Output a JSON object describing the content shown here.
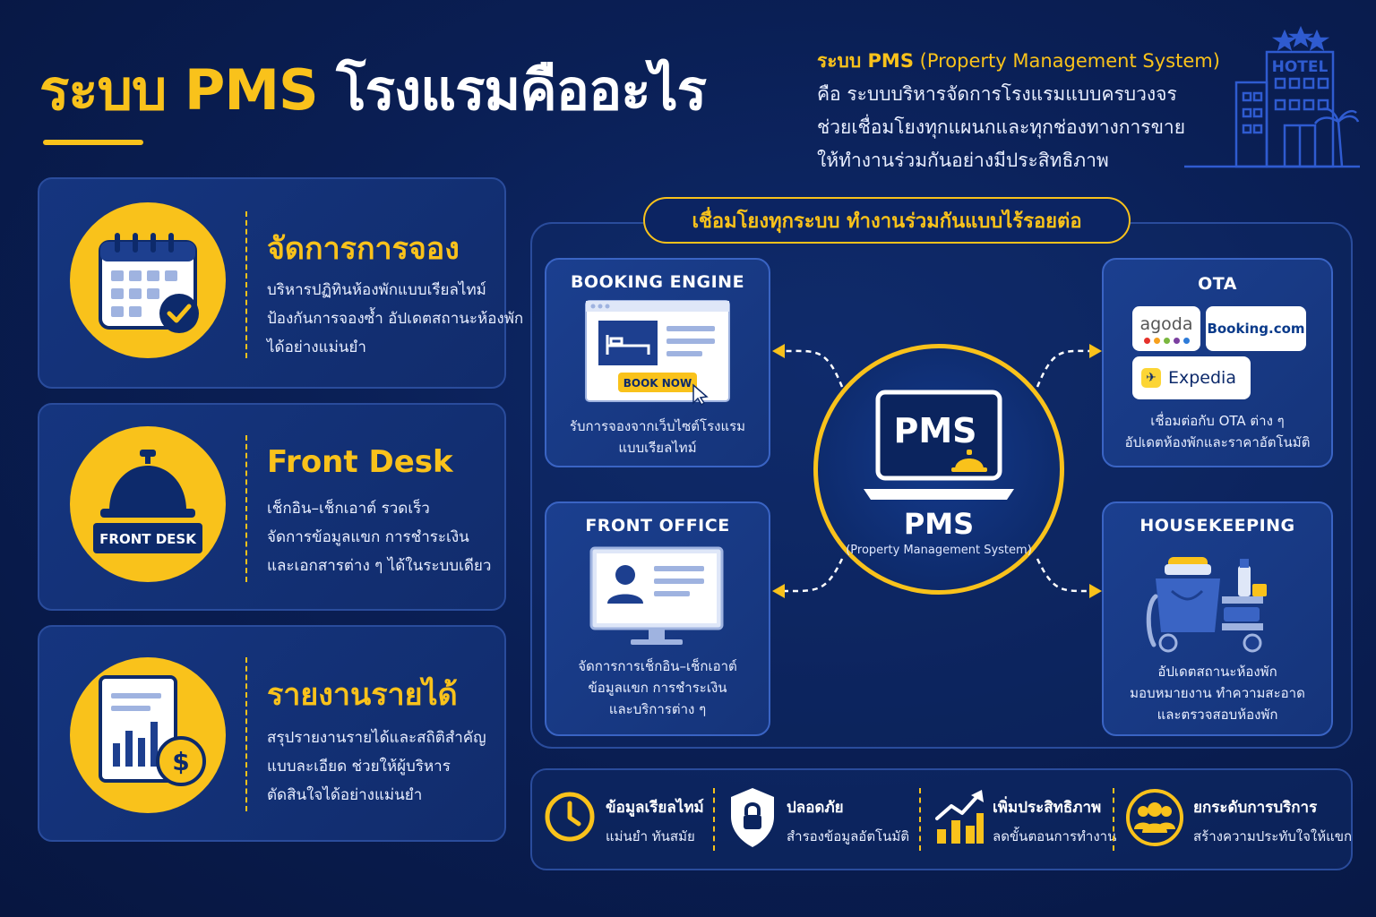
{
  "header": {
    "title_prefix": "ระบบ",
    "title_brand": "PMS",
    "title_suffix": "โรงแรมคืออะไร",
    "intro_lead": "ระบบ PMS",
    "intro_paren": "(Property Management System)",
    "intro_line2": "คือ ระบบบริหารจัดการโรงแรมแบบครบวงจร",
    "intro_line3": "ช่วยเชื่อมโยงทุกแผนกและทุกช่องทางการขาย",
    "intro_line4": "ให้ทำงานร่วมกันอย่างมีประสิทธิภาพ",
    "hotel_sign": "HOTEL"
  },
  "cards": [
    {
      "title": "จัดการการจอง",
      "line1": "บริหารปฏิทินห้องพักแบบเรียลไทม์",
      "line2": "ป้องกันการจองซ้ำ อัปเดตสถานะห้องพัก",
      "line3": "ได้อย่างแม่นยำ"
    },
    {
      "title": "Front Desk",
      "badge": "FRONT DESK",
      "line1": "เช็กอิน–เช็กเอาต์ รวดเร็ว",
      "line2": "จัดการข้อมูลแขก การชำระเงิน",
      "line3": "และเอกสารต่าง ๆ ได้ในระบบเดียว"
    },
    {
      "title": "รายงานรายได้",
      "line1": "สรุปรายงานรายได้และสถิติสำคัญ",
      "line2": "แบบละเอียด ช่วยให้ผู้บริหาร",
      "line3": "ตัดสินใจได้อย่างแม่นยำ"
    }
  ],
  "diagram": {
    "banner": "เชื่อมโยงทุกระบบ ทำงานร่วมกันแบบไร้รอยต่อ",
    "center_screen": "PMS",
    "center_label": "PMS",
    "center_sub": "(Property Management System)",
    "booking": {
      "title": "BOOKING ENGINE",
      "button": "BOOK NOW",
      "line1": "รับการจองจากเว็บไซต์โรงแรม",
      "line2": "แบบเรียลไทม์"
    },
    "ota": {
      "title": "OTA",
      "logo_agoda": "agoda",
      "logo_booking": "Booking.com",
      "logo_expedia": "Expedia",
      "line1": "เชื่อมต่อกับ OTA ต่าง ๆ",
      "line2": "อัปเดตห้องพักและราคาอัตโนมัติ"
    },
    "front_office": {
      "title": "FRONT OFFICE",
      "line1": "จัดการการเช็กอิน–เช็กเอาต์",
      "line2": "ข้อมูลแขก การชำระเงิน",
      "line3": "และบริการต่าง ๆ"
    },
    "housekeeping": {
      "title": "HOUSEKEEPING",
      "line1": "อัปเดตสถานะห้องพัก",
      "line2": "มอบหมายงาน ทำความสะอาด",
      "line3": "และตรวจสอบห้องพัก"
    }
  },
  "features": [
    {
      "title": "ข้อมูลเรียลไทม์",
      "sub": "แม่นยำ ทันสมัย"
    },
    {
      "title": "ปลอดภัย",
      "sub": "สำรองข้อมูลอัตโนมัติ"
    },
    {
      "title": "เพิ่มประสิทธิภาพ",
      "sub": "ลดขั้นตอนการทำงาน"
    },
    {
      "title": "ยกระดับการบริการ",
      "sub": "สร้างความประทับใจให้แขก"
    }
  ],
  "colors": {
    "accent": "#f9c21b",
    "background": "#0a1f55",
    "card": "#15357f",
    "module_border": "#3a64c4"
  }
}
